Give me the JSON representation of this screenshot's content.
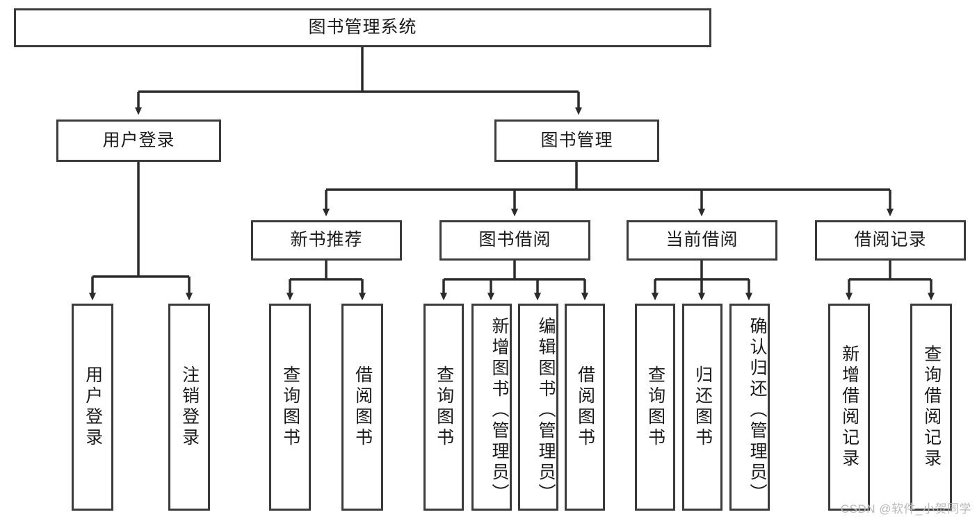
{
  "diagram": {
    "type": "tree-hierarchy",
    "title": "图书管理系统",
    "watermark": "CSDN @软件_小贺同学",
    "colors": {
      "border": "#3b3b3b",
      "background": "#ffffff",
      "text": "#1a1a1a",
      "edge": "#2b2b2b",
      "watermark": "#b9b9b9"
    },
    "nodes": {
      "root": {
        "label": "图书管理系统",
        "orientation": "horizontal"
      },
      "level2": [
        {
          "id": "user-login",
          "label": "用户登录",
          "orientation": "horizontal"
        },
        {
          "id": "book-management",
          "label": "图书管理",
          "orientation": "horizontal"
        }
      ],
      "level3": [
        {
          "id": "new-book-recommend",
          "label": "新书推荐",
          "orientation": "horizontal"
        },
        {
          "id": "book-borrow",
          "label": "图书借阅",
          "orientation": "horizontal"
        },
        {
          "id": "current-borrow",
          "label": "当前借阅",
          "orientation": "horizontal"
        },
        {
          "id": "borrow-record",
          "label": "借阅记录",
          "orientation": "horizontal"
        }
      ],
      "leaves": [
        {
          "id": "leaf-user-login",
          "label": "用户登录",
          "parent": "user-login",
          "orientation": "vertical"
        },
        {
          "id": "leaf-user-logout",
          "label": "注销登录",
          "parent": "user-login",
          "orientation": "vertical"
        },
        {
          "id": "leaf-query-book-1",
          "label": "查询图书",
          "parent": "new-book-recommend",
          "orientation": "vertical"
        },
        {
          "id": "leaf-borrow-book-1",
          "label": "借阅图书",
          "parent": "new-book-recommend",
          "orientation": "vertical"
        },
        {
          "id": "leaf-query-book-2",
          "label": "查询图书",
          "parent": "book-borrow",
          "orientation": "vertical"
        },
        {
          "id": "leaf-add-book",
          "label": "新增图书（管理员）",
          "parent": "book-borrow",
          "orientation": "vertical"
        },
        {
          "id": "leaf-edit-book",
          "label": "编辑图书（管理员）",
          "parent": "book-borrow",
          "orientation": "vertical"
        },
        {
          "id": "leaf-borrow-book-2",
          "label": "借阅图书",
          "parent": "book-borrow",
          "orientation": "vertical"
        },
        {
          "id": "leaf-query-book-3",
          "label": "查询图书",
          "parent": "current-borrow",
          "orientation": "vertical"
        },
        {
          "id": "leaf-return-book",
          "label": "归还图书",
          "parent": "current-borrow",
          "orientation": "vertical"
        },
        {
          "id": "leaf-confirm-return",
          "label": "确认归还（管理员）",
          "parent": "current-borrow",
          "orientation": "vertical"
        },
        {
          "id": "leaf-add-record",
          "label": "新增借阅记录",
          "parent": "borrow-record",
          "orientation": "vertical"
        },
        {
          "id": "leaf-query-record",
          "label": "查询借阅记录",
          "parent": "borrow-record",
          "orientation": "vertical"
        }
      ]
    }
  }
}
